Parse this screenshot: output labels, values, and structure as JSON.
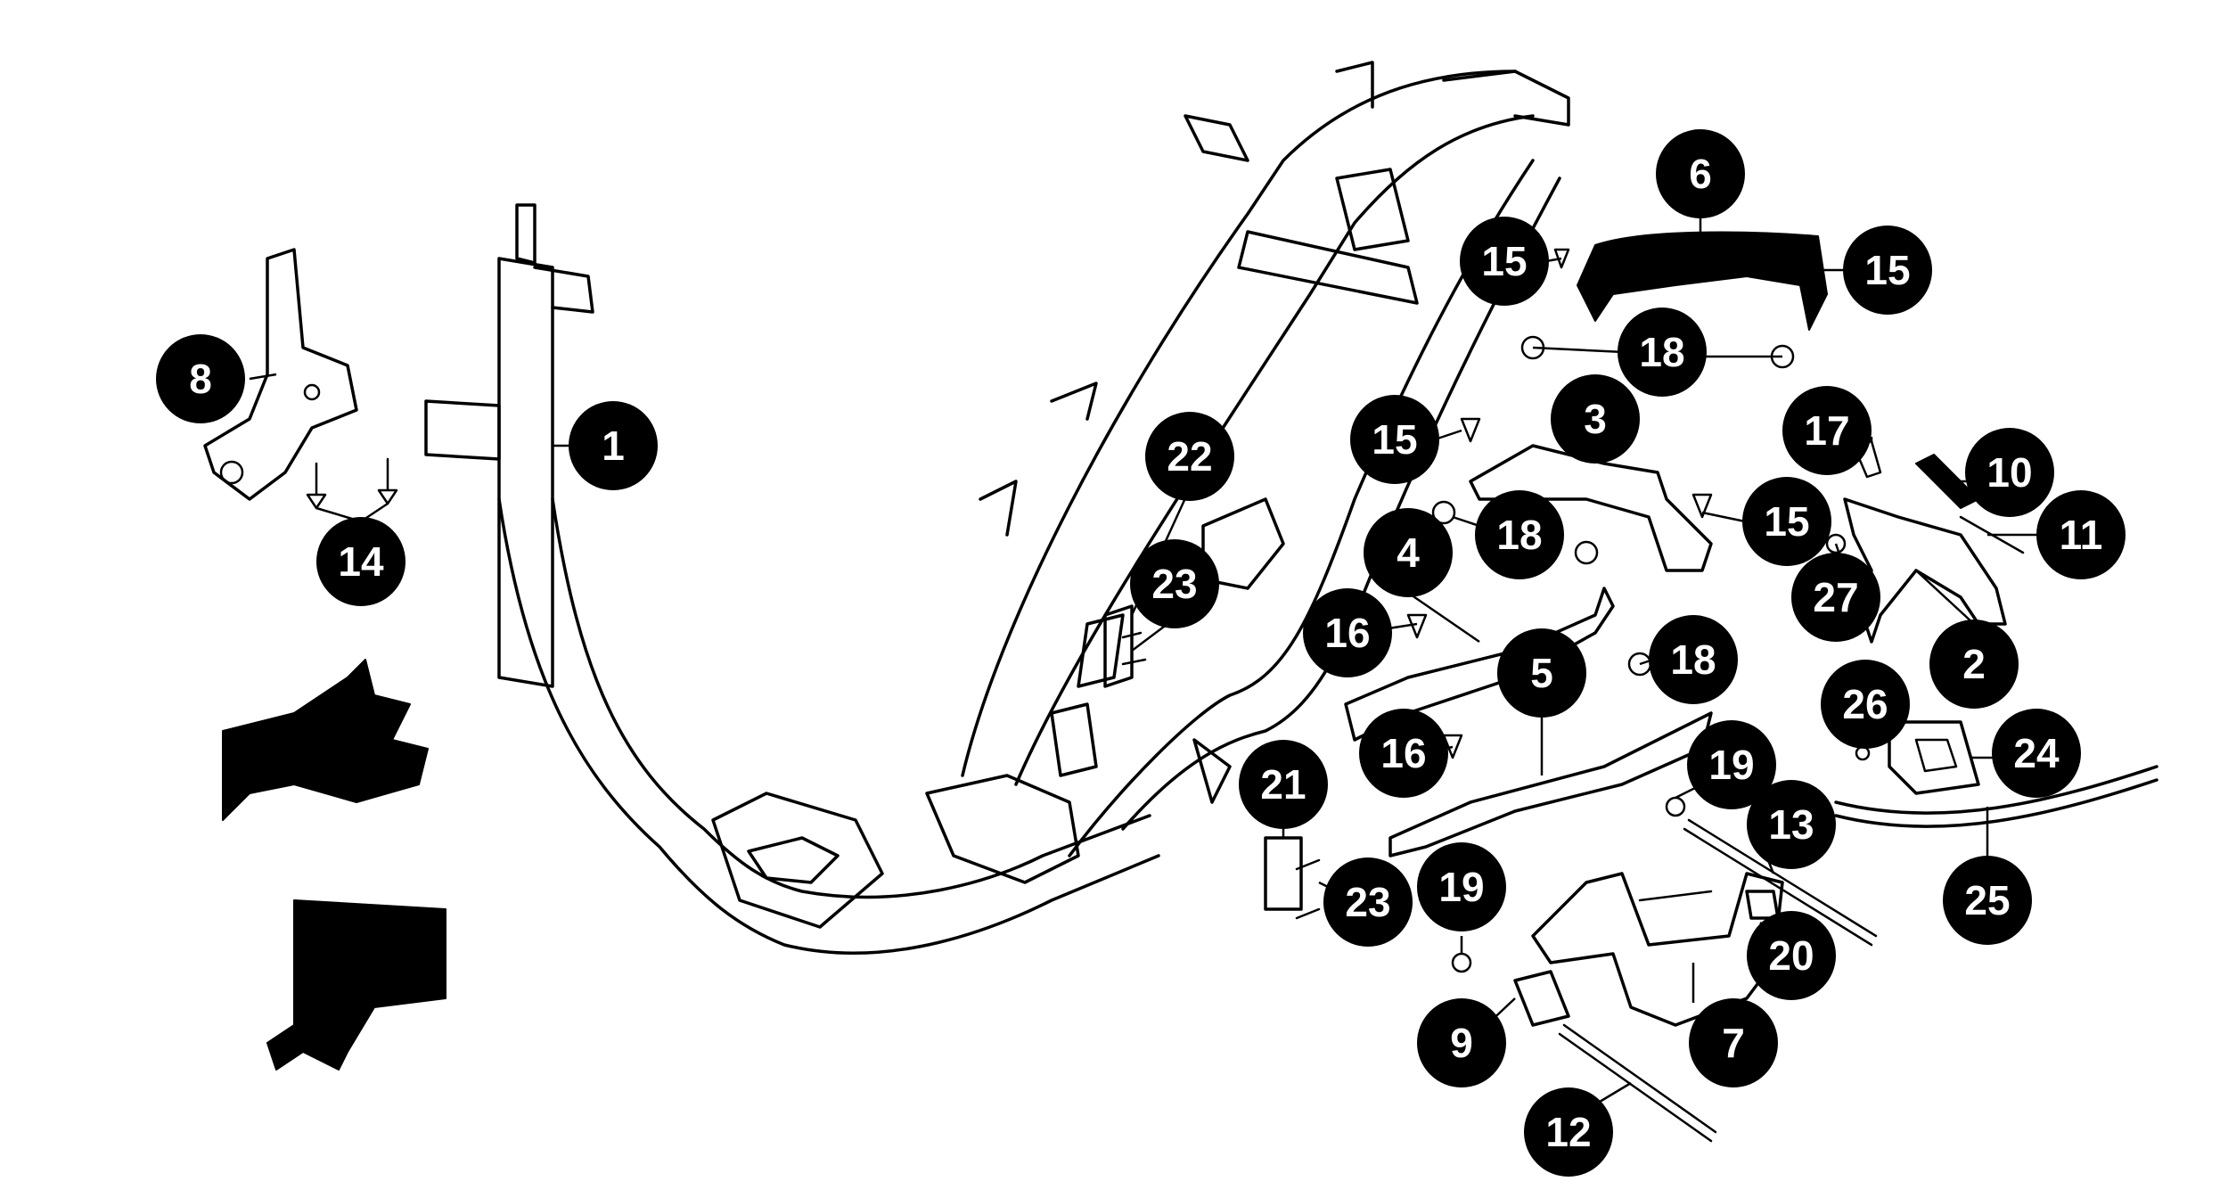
{
  "callouts": [
    {
      "id": "c1",
      "label": "1"
    },
    {
      "id": "c2",
      "label": "2"
    },
    {
      "id": "c3",
      "label": "3"
    },
    {
      "id": "c4",
      "label": "4"
    },
    {
      "id": "c5",
      "label": "5"
    },
    {
      "id": "c6",
      "label": "6"
    },
    {
      "id": "c7",
      "label": "7"
    },
    {
      "id": "c8",
      "label": "8"
    },
    {
      "id": "c9",
      "label": "9"
    },
    {
      "id": "c10",
      "label": "10"
    },
    {
      "id": "c11",
      "label": "11"
    },
    {
      "id": "c12",
      "label": "12"
    },
    {
      "id": "c13",
      "label": "13"
    },
    {
      "id": "c14",
      "label": "14"
    },
    {
      "id": "c15a",
      "label": "15"
    },
    {
      "id": "c15b",
      "label": "15"
    },
    {
      "id": "c15c",
      "label": "15"
    },
    {
      "id": "c15d",
      "label": "15"
    },
    {
      "id": "c16a",
      "label": "16"
    },
    {
      "id": "c16b",
      "label": "16"
    },
    {
      "id": "c17",
      "label": "17"
    },
    {
      "id": "c18a",
      "label": "18"
    },
    {
      "id": "c18b",
      "label": "18"
    },
    {
      "id": "c18c",
      "label": "18"
    },
    {
      "id": "c19a",
      "label": "19"
    },
    {
      "id": "c19b",
      "label": "19"
    },
    {
      "id": "c20",
      "label": "20"
    },
    {
      "id": "c21",
      "label": "21"
    },
    {
      "id": "c22",
      "label": "22"
    },
    {
      "id": "c23a",
      "label": "23"
    },
    {
      "id": "c23b",
      "label": "23"
    },
    {
      "id": "c24",
      "label": "24"
    },
    {
      "id": "c25",
      "label": "25"
    },
    {
      "id": "c26",
      "label": "26"
    },
    {
      "id": "c27",
      "label": "27"
    }
  ]
}
